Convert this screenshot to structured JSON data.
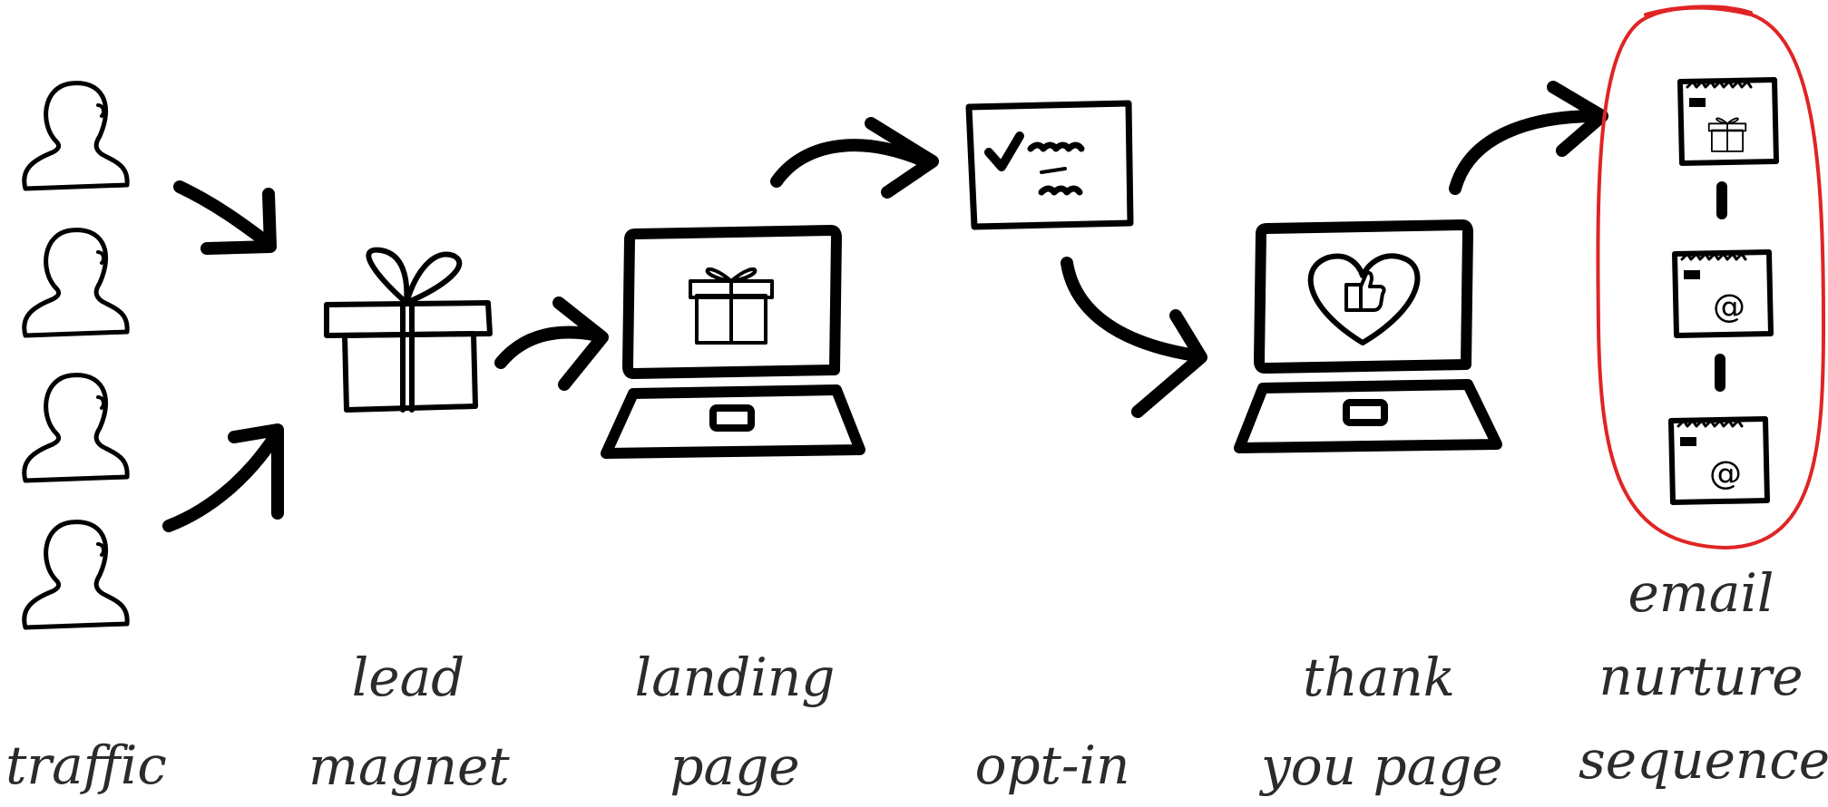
{
  "stages": [
    {
      "id": "traffic",
      "label_lines": [
        "traffic"
      ]
    },
    {
      "id": "lead-magnet",
      "label_lines": [
        "lead",
        "magnet"
      ]
    },
    {
      "id": "landing-page",
      "label_lines": [
        "landing",
        "page"
      ]
    },
    {
      "id": "opt-in",
      "label_lines": [
        "opt-in"
      ]
    },
    {
      "id": "thank-you-page",
      "label_lines": [
        "thank",
        "you page"
      ]
    },
    {
      "id": "email-nurture-sequence",
      "label_lines": [
        "email",
        "nurture",
        "sequence"
      ]
    }
  ],
  "icons": {
    "traffic": "person-icon",
    "lead_magnet": "gift-icon",
    "landing_page": "laptop-gift-icon",
    "opt_in": "form-checkmark-icon",
    "thank_you_page": "laptop-heart-thumbs-up-icon",
    "emails": [
      "email-gift-icon",
      "email-at-icon",
      "email-at-icon"
    ]
  },
  "colors": {
    "ink": "#000000",
    "highlight": "#e02424"
  }
}
